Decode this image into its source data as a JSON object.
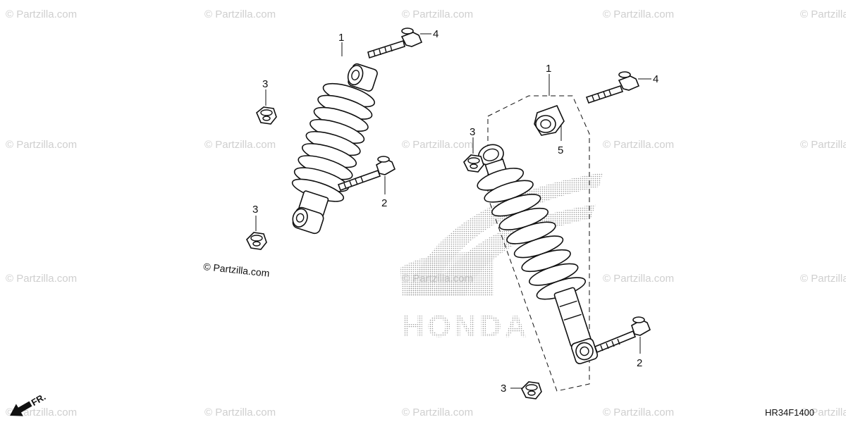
{
  "watermark": {
    "text": "© Partzilla.com"
  },
  "copyright": "© Partzilla.com",
  "diagram_code": "HR34F1400",
  "direction_label": "FR.",
  "brand_mark": "HONDA",
  "callouts": {
    "left_shock": "1",
    "left_bolt_top": "4",
    "left_nut_top": "3",
    "left_bolt_bottom": "2",
    "left_nut_bottom": "3",
    "right_shock": "1",
    "right_bolt_top": "4",
    "right_nut_top": "3",
    "right_bushing": "5",
    "right_bolt_bottom": "2",
    "right_nut_bottom": "3"
  }
}
